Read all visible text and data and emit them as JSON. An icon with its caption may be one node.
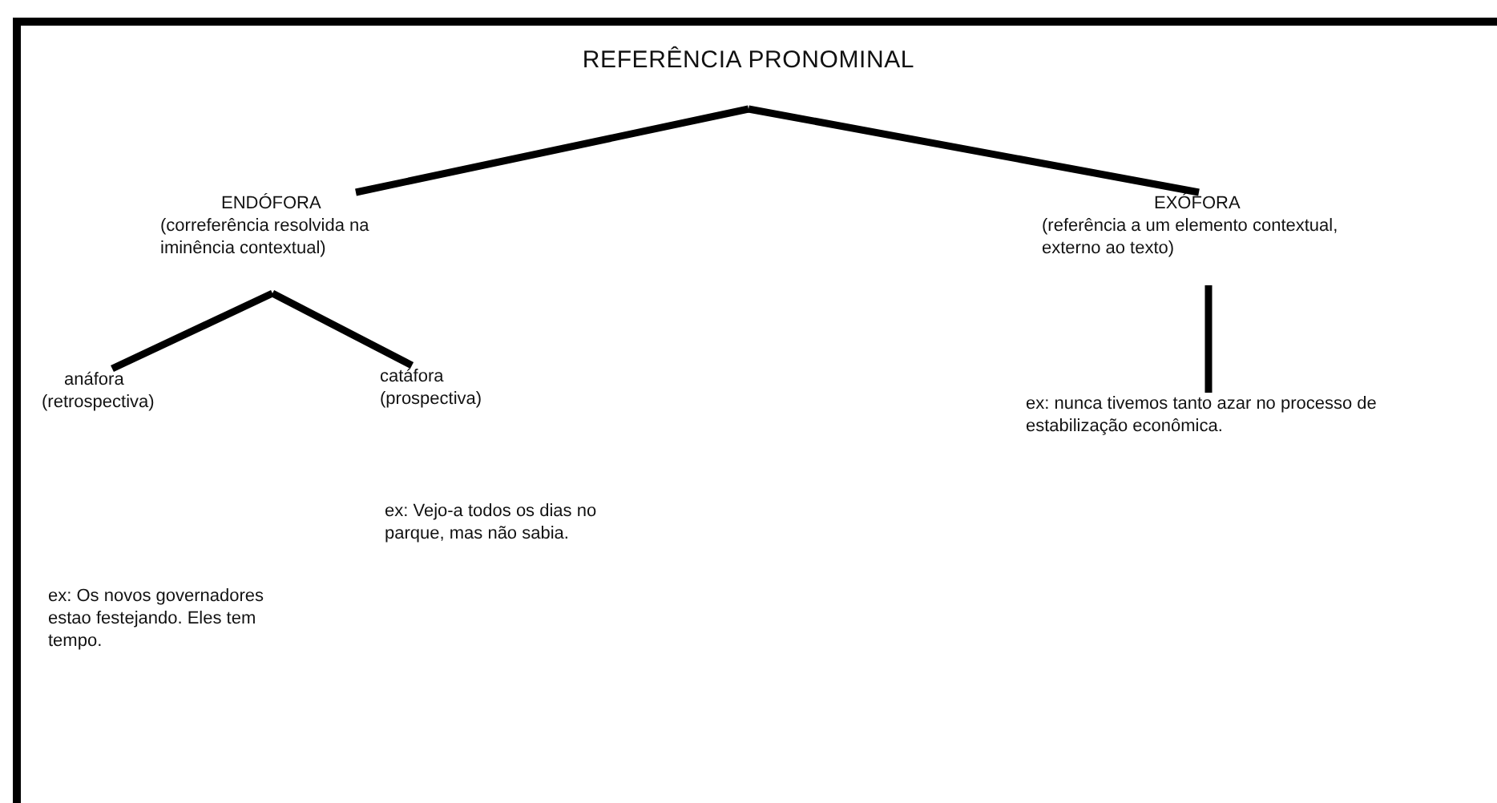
{
  "diagram": {
    "nodes": [
      {
        "text": [
          "REFERÊNCIA PRONOMINAL"
        ]
      },
      {
        "text": [
          "ENDÓFORA",
          "(correferência resolvida na iminência contextual)"
        ]
      },
      {
        "text": [
          "EXÓFORA",
          "(referência a um elemento contextual, externo ao texto)"
        ]
      },
      {
        "text": [
          "anáfora",
          "(retrospectiva)"
        ]
      },
      {
        "text": [
          "catáfora",
          "(prospectiva)"
        ]
      },
      {
        "text": [
          "ex: nunca tivemos tanto azar no processo de estabilização econômica."
        ]
      }
    ],
    "edges": [
      {
        "from": 0,
        "to": 1,
        "arrow": "none"
      },
      {
        "from": 0,
        "to": 2,
        "arrow": "none"
      },
      {
        "from": 1,
        "to": 3,
        "arrow": "none"
      },
      {
        "from": 1,
        "to": 4,
        "arrow": "none"
      },
      {
        "from": 2,
        "to": 5,
        "arrow": "none"
      }
    ],
    "labels": [
      "ex: Vejo-a todos os dias no parque, mas não sabia.",
      "ex: Os novos governadores estao festejando. Eles tem tempo."
    ]
  }
}
